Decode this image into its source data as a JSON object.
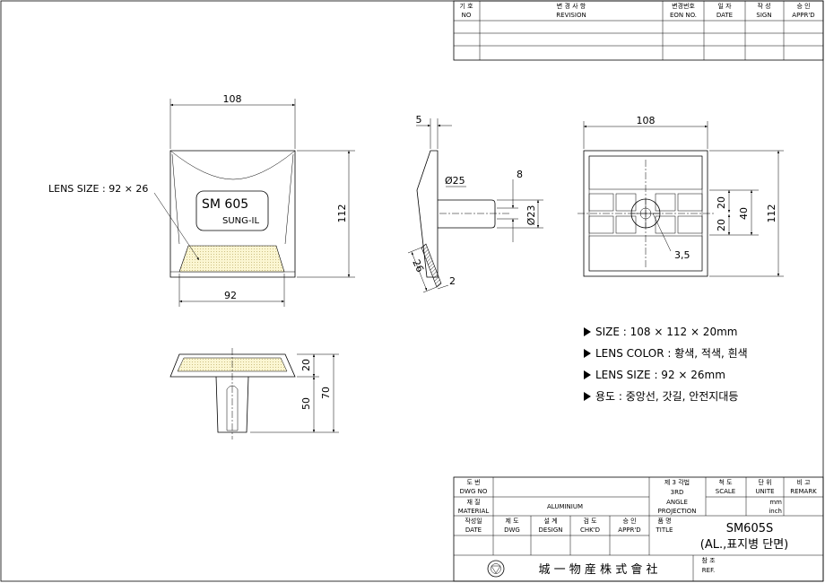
{
  "revision_table": {
    "headers_ko": [
      "기 호",
      "변 경 사 항",
      "변경번호",
      "일 자",
      "작 성",
      "승 인"
    ],
    "headers_en": [
      "NO",
      "REVISION",
      "EON NO.",
      "DATE",
      "SIGN",
      "APPR'D"
    ]
  },
  "front_view": {
    "width_label": "108",
    "height_label": "112",
    "lens_width_label": "92",
    "model": "SM  605",
    "brand": "SUNG-IL",
    "lens_callout": "LENS SIZE : 92 × 26"
  },
  "side_section": {
    "thickness_label": "5",
    "dia_top": "Ø25",
    "shaft_label": "8",
    "dia_shaft": "Ø23",
    "lens_height_label": "26",
    "lens_depth_label": "2"
  },
  "back_view": {
    "width_label": "108",
    "height_label": "112",
    "upper_label": "20",
    "lower_label": "20",
    "center_label": "40",
    "rib_label": "3,5"
  },
  "bottom_view": {
    "top_label": "20",
    "shaft_label": "50",
    "total_label": "70"
  },
  "specs": [
    {
      "label": "SIZE : 108 × 112 × 20mm"
    },
    {
      "label": "LENS COLOR : 황색, 적색, 흰색"
    },
    {
      "label": "LENS SIZE : 92 × 26mm"
    },
    {
      "label": "용도 : 중앙선, 갓길, 안전지대등"
    }
  ],
  "title_block": {
    "dwg_no_ko": "도 번",
    "dwg_no_en": "DWG NO",
    "material_ko": "재 질",
    "material_en": "MATERIAL",
    "material_value": "ALUMINIUM",
    "projection_ko": "제 3 각법",
    "projection_en1": "3RD",
    "projection_en2": "ANGLE",
    "projection_en3": "PROJECTION",
    "scale_ko": "척 도",
    "scale_en": "SCALE",
    "unit_ko": "단 위",
    "unit_en": "UNITE",
    "unit_mm": "mm",
    "unit_inch": "inch",
    "remark_ko": "비 고",
    "remark_en": "REMARK",
    "date_ko": "작성일",
    "date_en": "DATE",
    "dwg_ko": "제 도",
    "dwg_en": "DWG",
    "design_ko": "설 계",
    "design_en": "DESIGN",
    "chkd_ko": "검 도",
    "chkd_en": "CHK'D",
    "apprd_ko": "승 인",
    "apprd_en": "APPR'D",
    "title_ko": "품 명",
    "title_en": "TITLE",
    "title_value1": "SM605S",
    "title_value2": "(AL.,표지병 단면)",
    "company": "城 一 物 産 株 式 會 社",
    "ref_ko": "참 조",
    "ref_en": "REF."
  }
}
